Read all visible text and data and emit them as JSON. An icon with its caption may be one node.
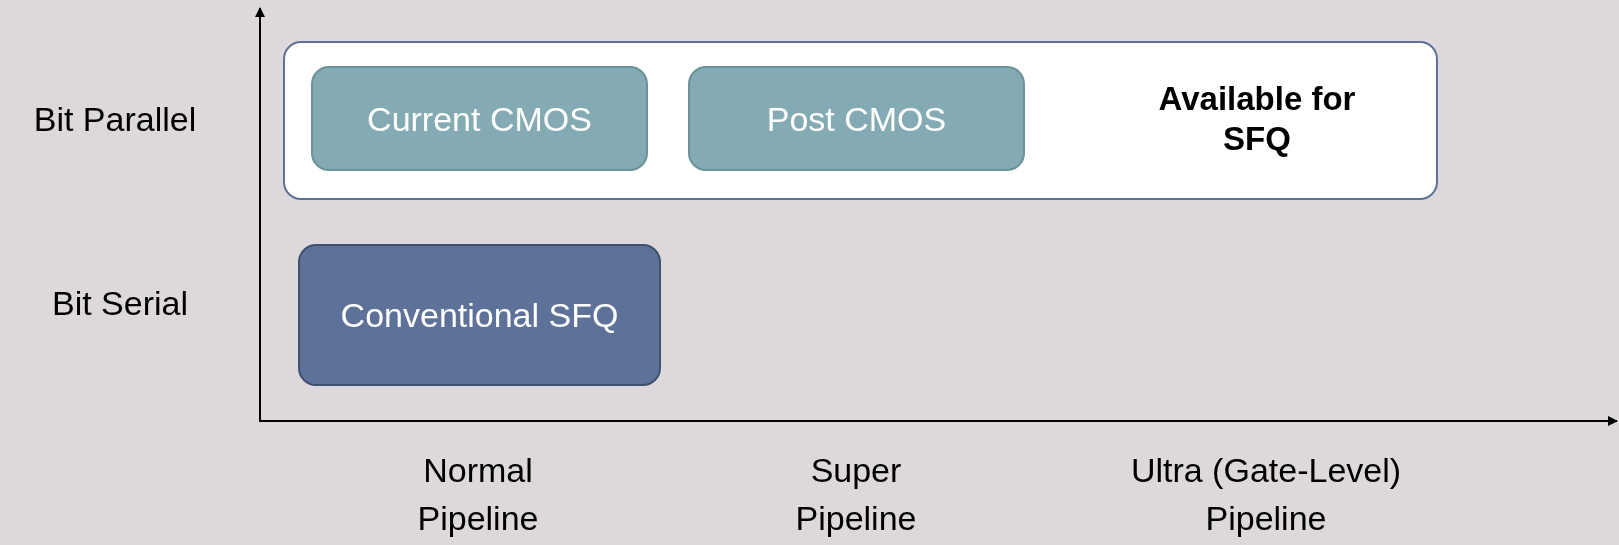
{
  "diagram": {
    "nodes": [
      {
        "text": [
          "Available for SFQ"
        ]
      },
      {
        "text": [
          "Current CMOS"
        ],
        "in": 0
      },
      {
        "text": [
          "Post CMOS"
        ],
        "in": 0
      },
      {
        "text": [
          "Conventional SFQ"
        ]
      }
    ],
    "labels": [
      "Bit Parallel",
      "Bit Serial",
      "Normal Pipeline",
      "Super Pipeline",
      "Ultra (Gate-Level) Pipeline"
    ]
  }
}
